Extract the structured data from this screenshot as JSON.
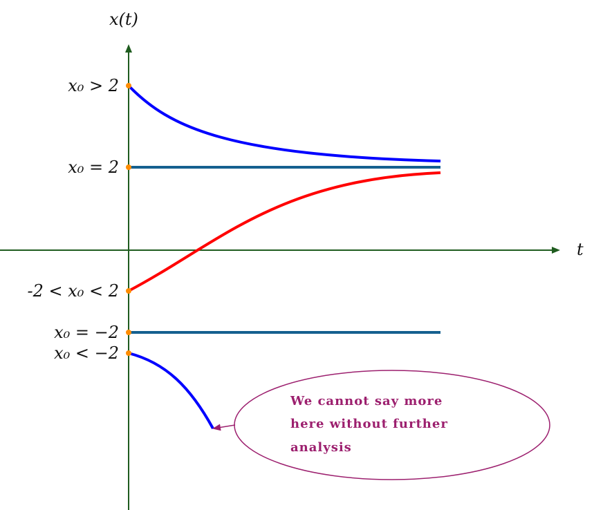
{
  "colors": {
    "axis": "#1f5c1f",
    "upper_curve": "#0000ff",
    "equilibrium": "#15608f",
    "middle_curve": "#ff0000",
    "dot": "#ff8c00",
    "annotation": "#9c1f6e"
  },
  "axes": {
    "y_label": "x(t)",
    "x_label": "t"
  },
  "initial_conditions": [
    {
      "label": "x₀ > 2"
    },
    {
      "label": "x₀ = 2"
    },
    {
      "label": "-2 < x₀ < 2"
    },
    {
      "label": "x₀ = −2"
    },
    {
      "label": "x₀ < −2"
    }
  ],
  "annotation": {
    "lines": [
      "We cannot say more",
      "here without further",
      "analysis"
    ]
  }
}
